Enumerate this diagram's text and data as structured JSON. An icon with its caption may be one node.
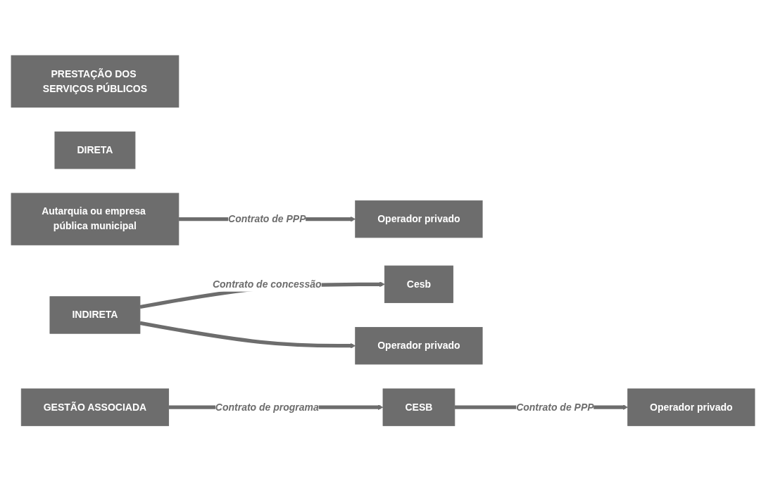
{
  "diagram": {
    "nodes": [
      {
        "text": [
          "PRESTAÇÃO DOS SERVIÇOS PÚBLICOS"
        ]
      },
      {
        "text": [
          "DIRETA"
        ]
      },
      {
        "text": [
          "Autarquia ou empresa pública municipal"
        ]
      },
      {
        "text": [
          "Operador privado"
        ]
      },
      {
        "text": [
          "INDIRETA"
        ]
      },
      {
        "text": [
          "Cesb"
        ]
      },
      {
        "text": [
          "Operador privado"
        ]
      },
      {
        "text": [
          "GESTÃO ASSOCIADA"
        ]
      },
      {
        "text": [
          "CESB"
        ]
      },
      {
        "text": [
          "Operador privado"
        ]
      }
    ],
    "edges": [
      {
        "from": 2,
        "to": 3,
        "arrow": "to",
        "label": "Contrato de PPP"
      },
      {
        "from": 4,
        "to": 5,
        "arrow": "to",
        "label": "Contrato de concessão"
      },
      {
        "from": 4,
        "to": 6,
        "arrow": "to"
      },
      {
        "from": 7,
        "to": 8,
        "arrow": "to",
        "label": "Contrato de programa"
      },
      {
        "from": 8,
        "to": 9,
        "arrow": "to",
        "label": "Contrato de PPP"
      }
    ]
  }
}
